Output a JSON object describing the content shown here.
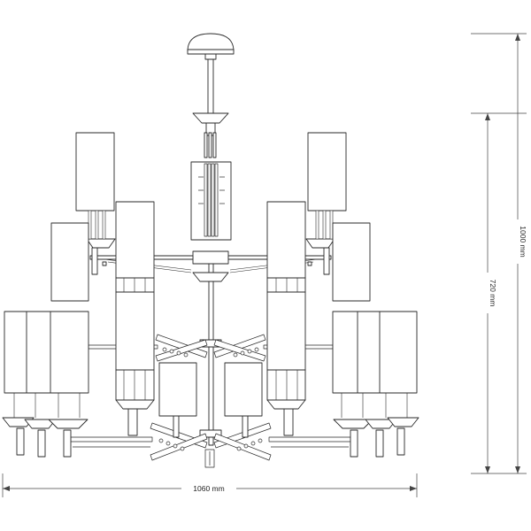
{
  "dimensions": {
    "width_label": "1060 mm",
    "overall_height_label": "1000 mm",
    "body_height_label": "720 mm"
  },
  "colors": {
    "line": "#2a2a2a",
    "shade_fill": "#ffffff",
    "dimension_line": "#444444"
  }
}
